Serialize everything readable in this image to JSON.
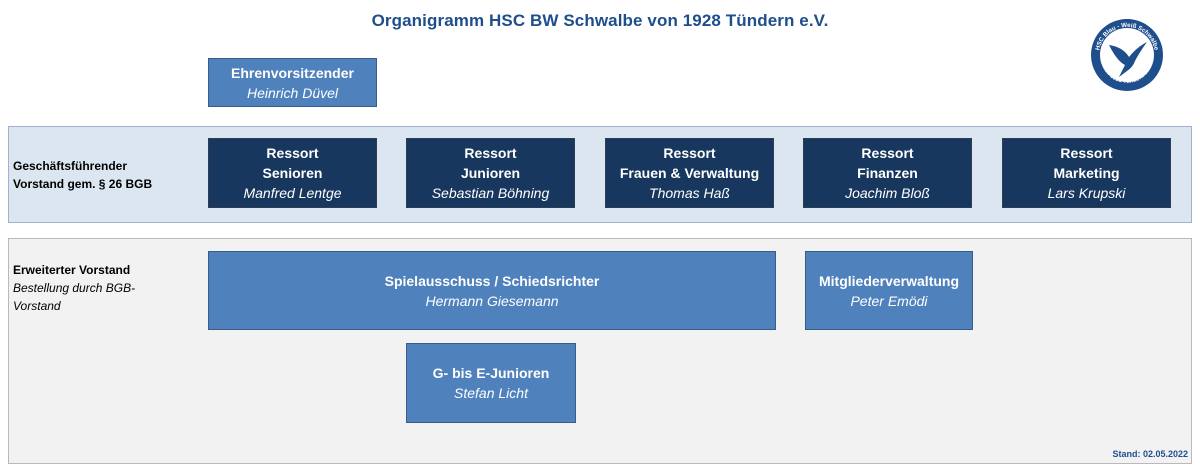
{
  "title": "Organigramm HSC BW Schwalbe von 1928 Tündern e.V.",
  "honorary": {
    "role": "Ehrenvorsitzender",
    "person": "Heinrich Düvel"
  },
  "band1": {
    "label_line1": "Geschäftsführender",
    "label_line2": "Vorstand gem. § 26 BGB"
  },
  "ressorts": [
    {
      "line1": "Ressort",
      "line2": "Senioren",
      "person": "Manfred Lentge"
    },
    {
      "line1": "Ressort",
      "line2": "Junioren",
      "person": "Sebastian Böhning"
    },
    {
      "line1": "Ressort",
      "line2": "Frauen & Verwaltung",
      "person": "Thomas Haß"
    },
    {
      "line1": "Ressort",
      "line2": "Finanzen",
      "person": "Joachim Bloß"
    },
    {
      "line1": "Ressort",
      "line2": "Marketing",
      "person": "Lars Krupski"
    }
  ],
  "band2": {
    "label_bold": "Erweiterter Vorstand",
    "label_italic_1": "Bestellung durch BGB-",
    "label_italic_2": "Vorstand"
  },
  "extended": [
    {
      "role": "Spielausschuss / Schiedsrichter",
      "person": "Hermann Giesemann"
    },
    {
      "role": "Mitgliederverwaltung",
      "person": "Peter Emödi"
    },
    {
      "role": "G- bis E-Junioren",
      "person": "Stefan Licht"
    }
  ],
  "logo": {
    "ring_text": "HSC Blau - Weiß Schwalbe",
    "ring_text_bottom": "von 1928 Tündern e.V.",
    "icon": "swallow-icon"
  },
  "stand": "Stand: 02.05.2022",
  "colors": {
    "dark_box": "#17375e",
    "light_box": "#4f81bd",
    "title": "#1f4e8c",
    "band1_bg": "#dce6f1",
    "band2_bg": "#f2f2f2"
  }
}
